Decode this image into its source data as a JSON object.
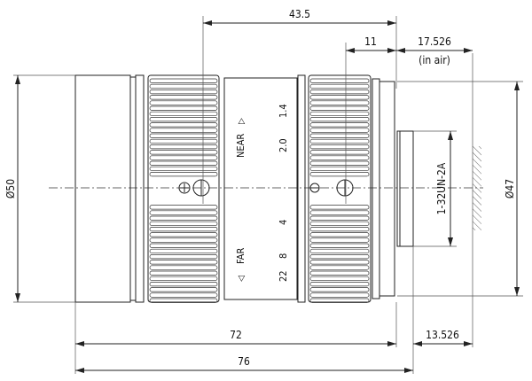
{
  "dimensions": {
    "overall_length": "76",
    "body_length": "72",
    "focus_ring_to_mount": "43.5",
    "iris_ring_to_mount": "11",
    "flange_back": "17.526",
    "flange_back_note": "(in air)",
    "back_focal": "13.526",
    "front_diameter": "Ø50",
    "rear_diameter": "Ø47",
    "thread": "1-32UN-2A"
  },
  "focus_scale": {
    "near": "NEAR",
    "far": "FAR",
    "near_arrow": "▷",
    "far_arrow": "◁"
  },
  "aperture_scale": [
    "1.4",
    "2.0",
    "4",
    "8",
    "22"
  ]
}
